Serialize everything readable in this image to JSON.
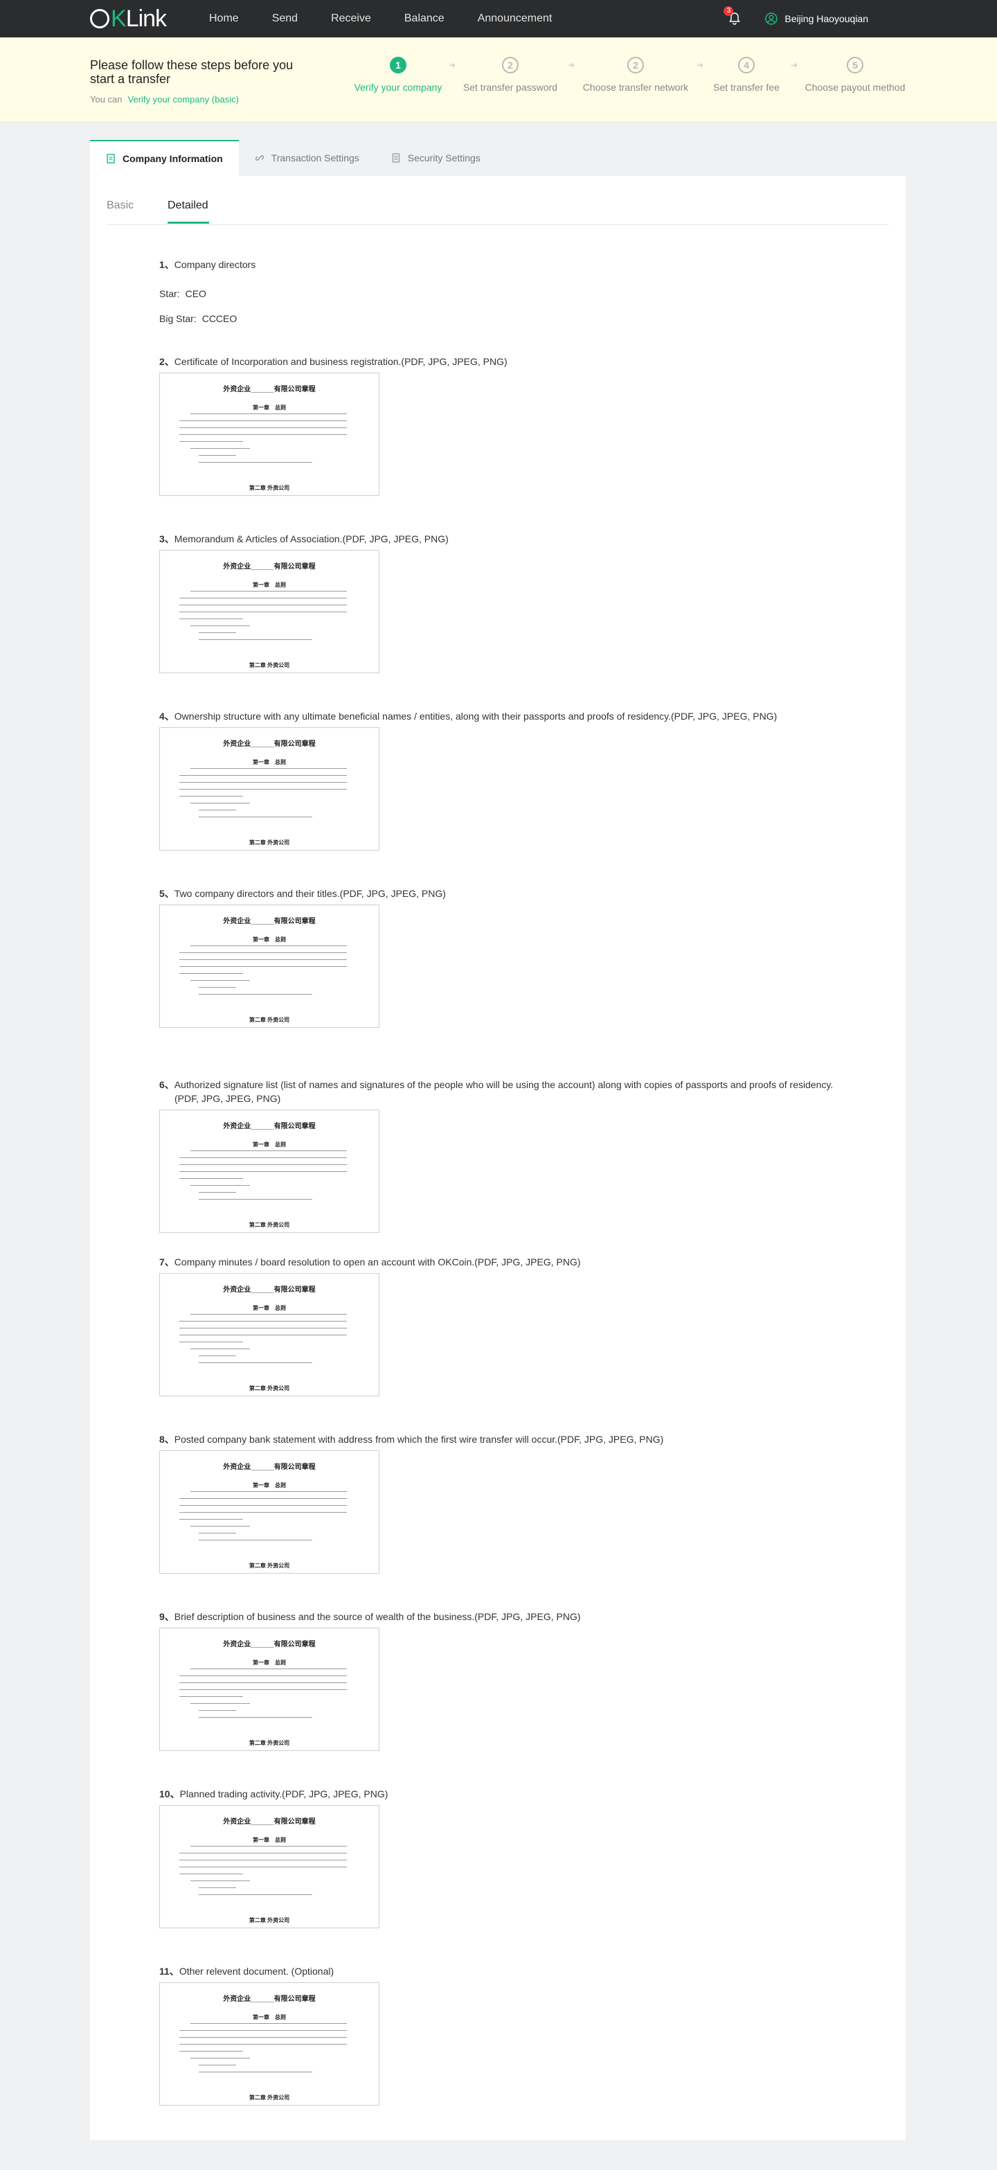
{
  "nav": {
    "logo_left": "O",
    "logo_k": "K",
    "logo_right": "Link",
    "links": [
      "Home",
      "Send",
      "Receive",
      "Balance",
      "Announcement"
    ],
    "notification_count": "3",
    "user_name": "Beijing  Haoyouqian"
  },
  "banner": {
    "title": "Please follow these steps before you start a transfer",
    "sub_prefix": "You can",
    "sub_link": "Verify your company (basic)",
    "steps": [
      {
        "num": "1",
        "label": "Verify your company"
      },
      {
        "num": "2",
        "label": "Set transfer password"
      },
      {
        "num": "2",
        "label": "Choose transfer network"
      },
      {
        "num": "4",
        "label": "Set transfer fee"
      },
      {
        "num": "5",
        "label": "Choose payout method"
      }
    ]
  },
  "tabs": [
    "Company Information",
    "Transaction Settings",
    "Security Settings"
  ],
  "subtabs": [
    "Basic",
    "Detailed"
  ],
  "directors": {
    "title_no": "1、",
    "title": "Company directors",
    "rows": [
      {
        "key": "Star:",
        "value": "CEO"
      },
      {
        "key": "Big Star:",
        "value": "CCCEO"
      }
    ]
  },
  "documents": [
    {
      "no": "2、",
      "title": "Certificate of Incorporation and business registration.(PDF, JPG, JPEG, PNG)"
    },
    {
      "no": "3、",
      "title": "Memorandum & Articles of Association.(PDF, JPG, JPEG, PNG)"
    },
    {
      "no": "4、",
      "title": "Ownership structure with any ultimate beneficial names / entities,    along with their passports and proofs of residency.(PDF, JPG, JPEG, PNG)"
    },
    {
      "no": "5、",
      "title": "Two company directors and their titles.(PDF, JPG, JPEG, PNG)"
    },
    {
      "no": "6、",
      "title": "Authorized signature list (list of names and signatures of the people who will be using the account) along with copies of passports and proofs of residency.(PDF, JPG, JPEG, PNG)"
    },
    {
      "no": "7、",
      "title": "Company minutes / board resolution to open an account with OKCoin.(PDF, JPG, JPEG, PNG)"
    },
    {
      "no": "8、",
      "title": "Posted company bank statement with address from which the first wire transfer will occur.(PDF, JPG, JPEG, PNG)"
    },
    {
      "no": "9、",
      "title": "Brief description of business and the source of wealth of the business.(PDF, JPG, JPEG, PNG)"
    },
    {
      "no": "10、",
      "title": "Planned trading activity.(PDF, JPG, JPEG, PNG)"
    },
    {
      "no": "11、",
      "title": "Other relevent document. (Optional)"
    }
  ],
  "doc_preview": {
    "heading": "外资企业______有限公司章程",
    "section": "第一章　总则",
    "footer": "第二章  外资公司"
  },
  "colors": {
    "accent": "#1db880",
    "nav_bg": "#2b2c2e",
    "banner_bg": "#fffde6"
  }
}
